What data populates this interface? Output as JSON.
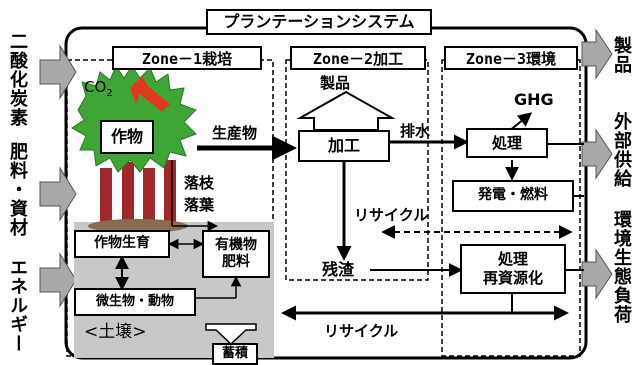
{
  "title": "プランテーションシステム",
  "zones": {
    "zone1": "Zone－1栽培",
    "zone2": "Zone－2加工",
    "zone3": "Zone－3環境"
  },
  "left_inputs": [
    "二酸化炭素",
    "肥料・資材",
    "エネルギー"
  ],
  "right_outputs": [
    "製品",
    "外部供給",
    "環境生態負荷"
  ],
  "zone1": {
    "co2_main": "CO",
    "co2_sub": "2",
    "crop": "作物",
    "crop_output": "生産物",
    "litter": [
      "落枝",
      "落葉"
    ],
    "crop_growth": "作物生育",
    "organic_fertilizer": [
      "有機物",
      "肥料"
    ],
    "microbes": "微生物・動物",
    "soil": "<土壌>",
    "accumulation": "蓄積"
  },
  "zone2": {
    "product": "製品",
    "processing": "加工",
    "drainage": "排水",
    "residue": "残渣"
  },
  "zone3": {
    "ghg": "GHG",
    "treatment": "処理",
    "power_fuel": "発電・燃料",
    "treatment_recycling": [
      "処理",
      "再資源化"
    ]
  },
  "recycle_labels": [
    "リサイクル",
    "リサイクル"
  ]
}
